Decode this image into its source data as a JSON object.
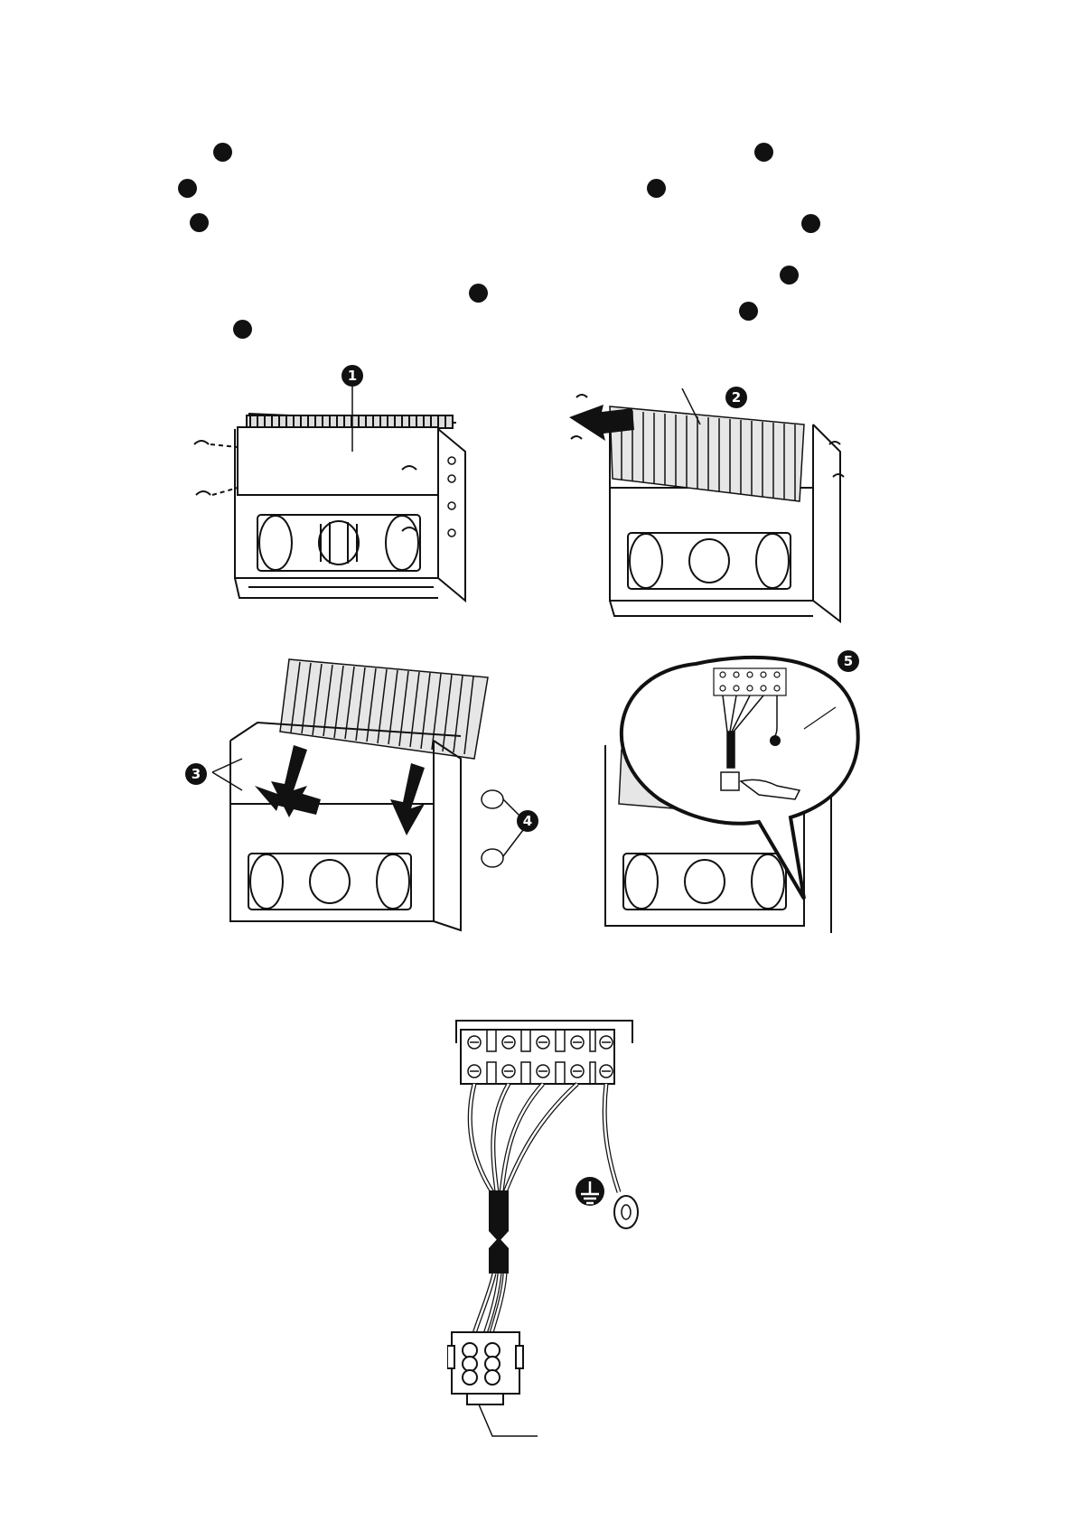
{
  "steps": [
    {
      "id": 1,
      "badge": "1"
    },
    {
      "id": 2,
      "badge": "2"
    },
    {
      "id": 3,
      "badge": "3"
    },
    {
      "id": 4,
      "badge": "4"
    },
    {
      "id": 5,
      "badge": "5"
    }
  ],
  "wiring": {
    "ground_symbol": "protective-earth-icon",
    "terminals": 5
  },
  "colors": {
    "ink": "#111111",
    "paper": "#ffffff"
  }
}
